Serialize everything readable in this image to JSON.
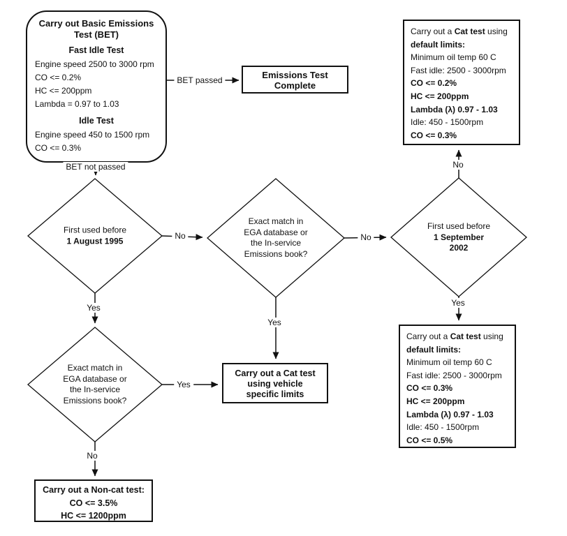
{
  "colors": {
    "ink": "#111111",
    "background": "#ffffff"
  },
  "labels": {
    "bet_passed": "BET passed",
    "bet_not_passed": "BET not passed",
    "yes": "Yes",
    "no": "No"
  },
  "bet_box": {
    "title": "Carry out Basic Emissions Test (BET)",
    "fast_idle": {
      "heading": "Fast Idle Test",
      "lines": [
        "Engine speed 2500 to 3000 rpm",
        "CO <= 0.2%",
        "HC <= 200ppm",
        "Lambda = 0.97 to 1.03"
      ]
    },
    "idle": {
      "heading": "Idle Test",
      "lines": [
        "Engine speed 450 to 1500 rpm",
        "CO <= 0.3%"
      ]
    }
  },
  "complete_box": {
    "text": "Emissions Test Complete"
  },
  "decisions": {
    "first_used_1995": {
      "lines": [
        "First used before",
        "1 August 1995"
      ]
    },
    "exact_match_mid": {
      "lines": [
        "Exact match in",
        "EGA database or",
        "the In-service",
        "Emissions book?"
      ]
    },
    "first_used_2002": {
      "lines": [
        "First used before",
        "1 September",
        "2002"
      ]
    },
    "exact_match_lower": {
      "lines": [
        "Exact match in",
        "EGA database or",
        "the In-service",
        "Emissions book?"
      ]
    }
  },
  "cat_default_top": {
    "intro": [
      "Carry out a ",
      "Cat test",
      " using"
    ],
    "intro2": "default limits:",
    "lines": [
      "Minimum oil temp 60 C",
      "Fast idle: 2500 - 3000rpm",
      "CO <= 0.2%",
      "HC <= 200ppm",
      "Lambda (λ) 0.97 - 1.03",
      "Idle: 450 - 1500rpm",
      "CO <= 0.3%"
    ]
  },
  "cat_default_bottom": {
    "intro": [
      "Carry out a ",
      "Cat test",
      " using"
    ],
    "intro2": "default limits:",
    "lines": [
      "Minimum oil temp 60 C",
      "Fast idle: 2500 - 3000rpm",
      "CO <= 0.3%",
      "HC <= 200ppm",
      "Lambda (λ) 0.97 - 1.03",
      "Idle: 450 - 1500rpm",
      "CO <= 0.5%"
    ]
  },
  "vehicle_box": {
    "text": "Carry out a Cat test using vehicle specific limits"
  },
  "noncat_box": {
    "lines": [
      "Carry out a Non-cat test:",
      "CO <= 3.5%",
      "HC <= 1200ppm"
    ]
  }
}
